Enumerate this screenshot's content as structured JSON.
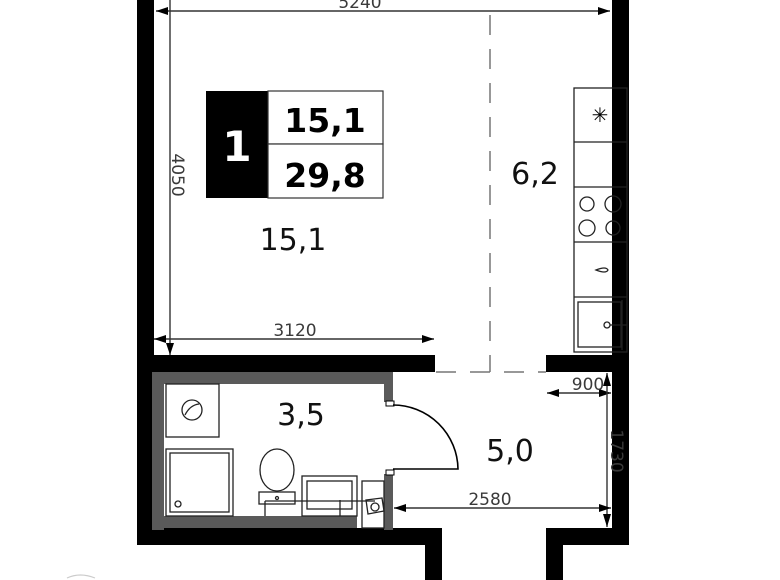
{
  "plan": {
    "badge": {
      "rooms_count": "1",
      "living_area": "15,1",
      "total_area": "29,8"
    },
    "rooms": [
      {
        "id": "living",
        "area": "15,1"
      },
      {
        "id": "kitchen",
        "area": "6,2"
      },
      {
        "id": "bathroom",
        "area": "3,5"
      },
      {
        "id": "hallway",
        "area": "5,0"
      }
    ],
    "dimensions": {
      "top_width": "5240",
      "left_height": "4050",
      "living_width": "3120",
      "corridor_width": "2580",
      "corridor_height": "1730",
      "niche_width": "900"
    },
    "colors": {
      "wall": "#000000",
      "bathroom_wall": "#5a5a5a",
      "badge_bg": "#000000"
    }
  }
}
